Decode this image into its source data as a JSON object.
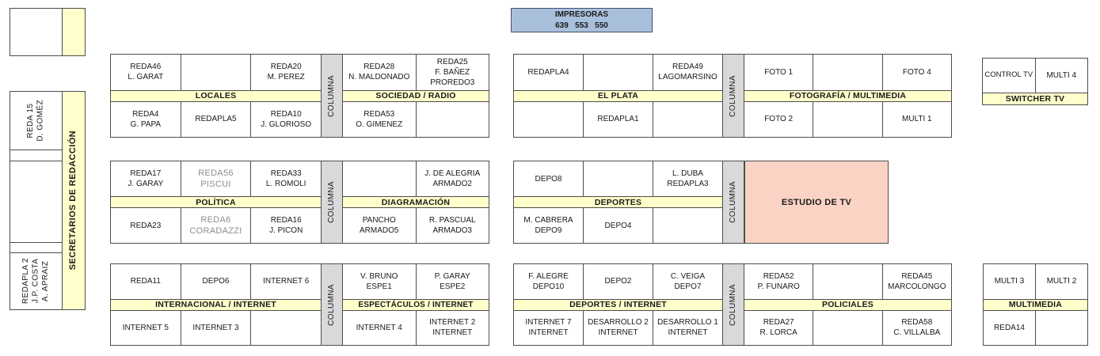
{
  "printers_box": {
    "title": "IMPRESORAS",
    "numbers": "639   553   550"
  },
  "left_panel": {
    "desk_top": "REDA 15\nD. GOMÉZ",
    "desk_bottom": "REDAPLA 2\nJ.P. COSTA\nA. APRAIZ",
    "secretarios": "SECRETARIOS DE REDACCIÓN"
  },
  "columna_label": "COLUMNA",
  "blocks": {
    "locales": {
      "title": "LOCALES",
      "top": [
        "REDA46\nL. GARAT",
        "",
        "REDA20\nM. PEREZ"
      ],
      "bottom": [
        "REDA4\nG. PAPA",
        "REDAPLA5",
        "REDA10\nJ. GLORIOSO"
      ]
    },
    "sociedad_radio": {
      "title": "SOCIEDAD / RADIO",
      "top": [
        "REDA28\nN. MALDONADO",
        "REDA25\nF. BAÑEZ\nPROREDO3"
      ],
      "bottom": [
        "REDA53\nO. GIMENEZ",
        ""
      ]
    },
    "el_plata": {
      "title": "EL PLATA",
      "top": [
        "REDAPLA4",
        "",
        "REDA49\nLAGOMARSINO"
      ],
      "bottom": [
        "",
        "REDAPLA1",
        ""
      ]
    },
    "fotografia_multimedia": {
      "title": "FOTOGRAFÍA / MULTIMEDIA",
      "top": [
        "FOTO 1",
        "",
        "FOTO 4"
      ],
      "bottom": [
        "FOTO 2",
        "",
        "MULTI 1"
      ]
    },
    "switcher_tv": {
      "title": "SWITCHER TV",
      "top": [
        "CONTROL TV",
        "MULTI 4"
      ]
    },
    "politica": {
      "title": "POLÍTICA",
      "top": [
        "REDA17\nJ. GARAY",
        "REDA56\nPISCUI",
        "REDA33\nL. ROMOLI"
      ],
      "bottom": [
        "REDA23",
        "REDA6\nCORADAZZI",
        "REDA16\nJ. PICON"
      ]
    },
    "diagramacion": {
      "title": "DIAGRAMACIÓN",
      "top": [
        "",
        "J. DE ALEGRIA\nARMADO2"
      ],
      "bottom": [
        "PANCHO\nARMADO5",
        "R. PASCUAL\nARMADO3"
      ]
    },
    "deportes": {
      "title": "DEPORTES",
      "top": [
        "DEPO8",
        "",
        "L. DUBA\nREDAPLA3"
      ],
      "bottom": [
        "M. CABRERA\nDEPO9",
        "DEPO4",
        ""
      ]
    },
    "estudio_tv": {
      "label": "ESTUDIO DE TV"
    },
    "internacional_internet": {
      "title": "INTERNACIONAL / INTERNET",
      "top": [
        "REDA11",
        "DEPO6",
        "INTERNET 6"
      ],
      "bottom": [
        "INTERNET 5",
        "INTERNET 3",
        ""
      ]
    },
    "espectaculos_internet": {
      "title": "ESPECTÁCULOS / INTERNET",
      "top": [
        "V. BRUNO\nESPE1",
        "P. GARAY\nESPE2"
      ],
      "bottom": [
        "INTERNET 4",
        "INTERNET 2\nINTERNET"
      ]
    },
    "deportes_internet": {
      "title": "DEPORTES / INTERNET",
      "top": [
        "F. ALEGRE\nDEPO10",
        "DEPO2",
        "C. VEIGA\nDEPO7"
      ],
      "bottom": [
        "INTERNET 7\nINTERNET",
        "DESARROLLO 2\nINTERNET",
        "DESARROLLO 1\nINTERNET"
      ]
    },
    "policiales": {
      "title": "POLICIALES",
      "top": [
        "REDA52\nP. FUNARO",
        "",
        "REDA45\nMARCOLONGO"
      ],
      "bottom": [
        "REDA27\nR. LORCA",
        "",
        "REDA58\nC. VILLALBA"
      ]
    },
    "multimedia": {
      "title": "MULTIMEDIA",
      "top": [
        "MULTI 3",
        "MULTI 2"
      ],
      "bottom": [
        "REDA14",
        ""
      ]
    }
  },
  "colors": {
    "section_band": "#ffffcc",
    "columna_bar": "#d9d9d9",
    "printers_box": "#a9c0dd",
    "studio": "#fad3c4",
    "border": "#4d4d4d"
  }
}
